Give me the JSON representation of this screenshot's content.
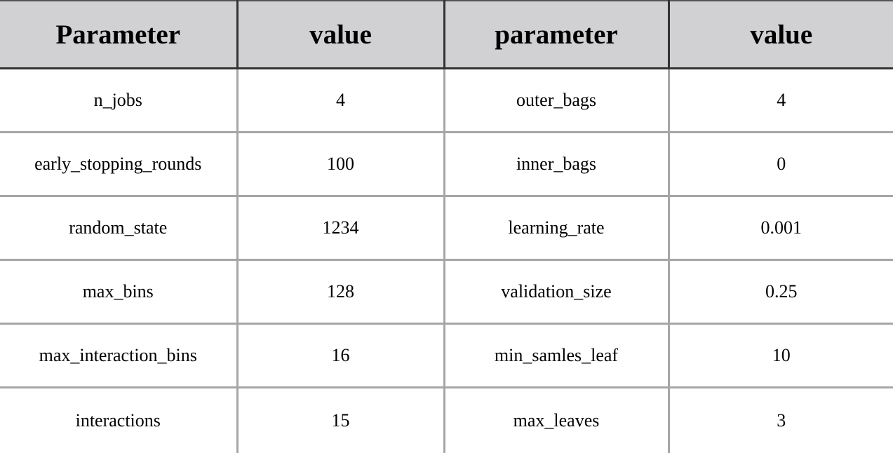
{
  "table": {
    "headers": [
      "Parameter",
      "value",
      "parameter",
      "value"
    ],
    "rows": [
      [
        "n_jobs",
        "4",
        "outer_bags",
        "4"
      ],
      [
        "early_stopping_rounds",
        "100",
        "inner_bags",
        "0"
      ],
      [
        "random_state",
        "1234",
        "learning_rate",
        "0.001"
      ],
      [
        "max_bins",
        "128",
        "validation_size",
        "0.25"
      ],
      [
        "max_interaction_bins",
        "16",
        "min_samles_leaf",
        "10"
      ],
      [
        "interactions",
        "15",
        "max_leaves",
        "3"
      ]
    ]
  }
}
